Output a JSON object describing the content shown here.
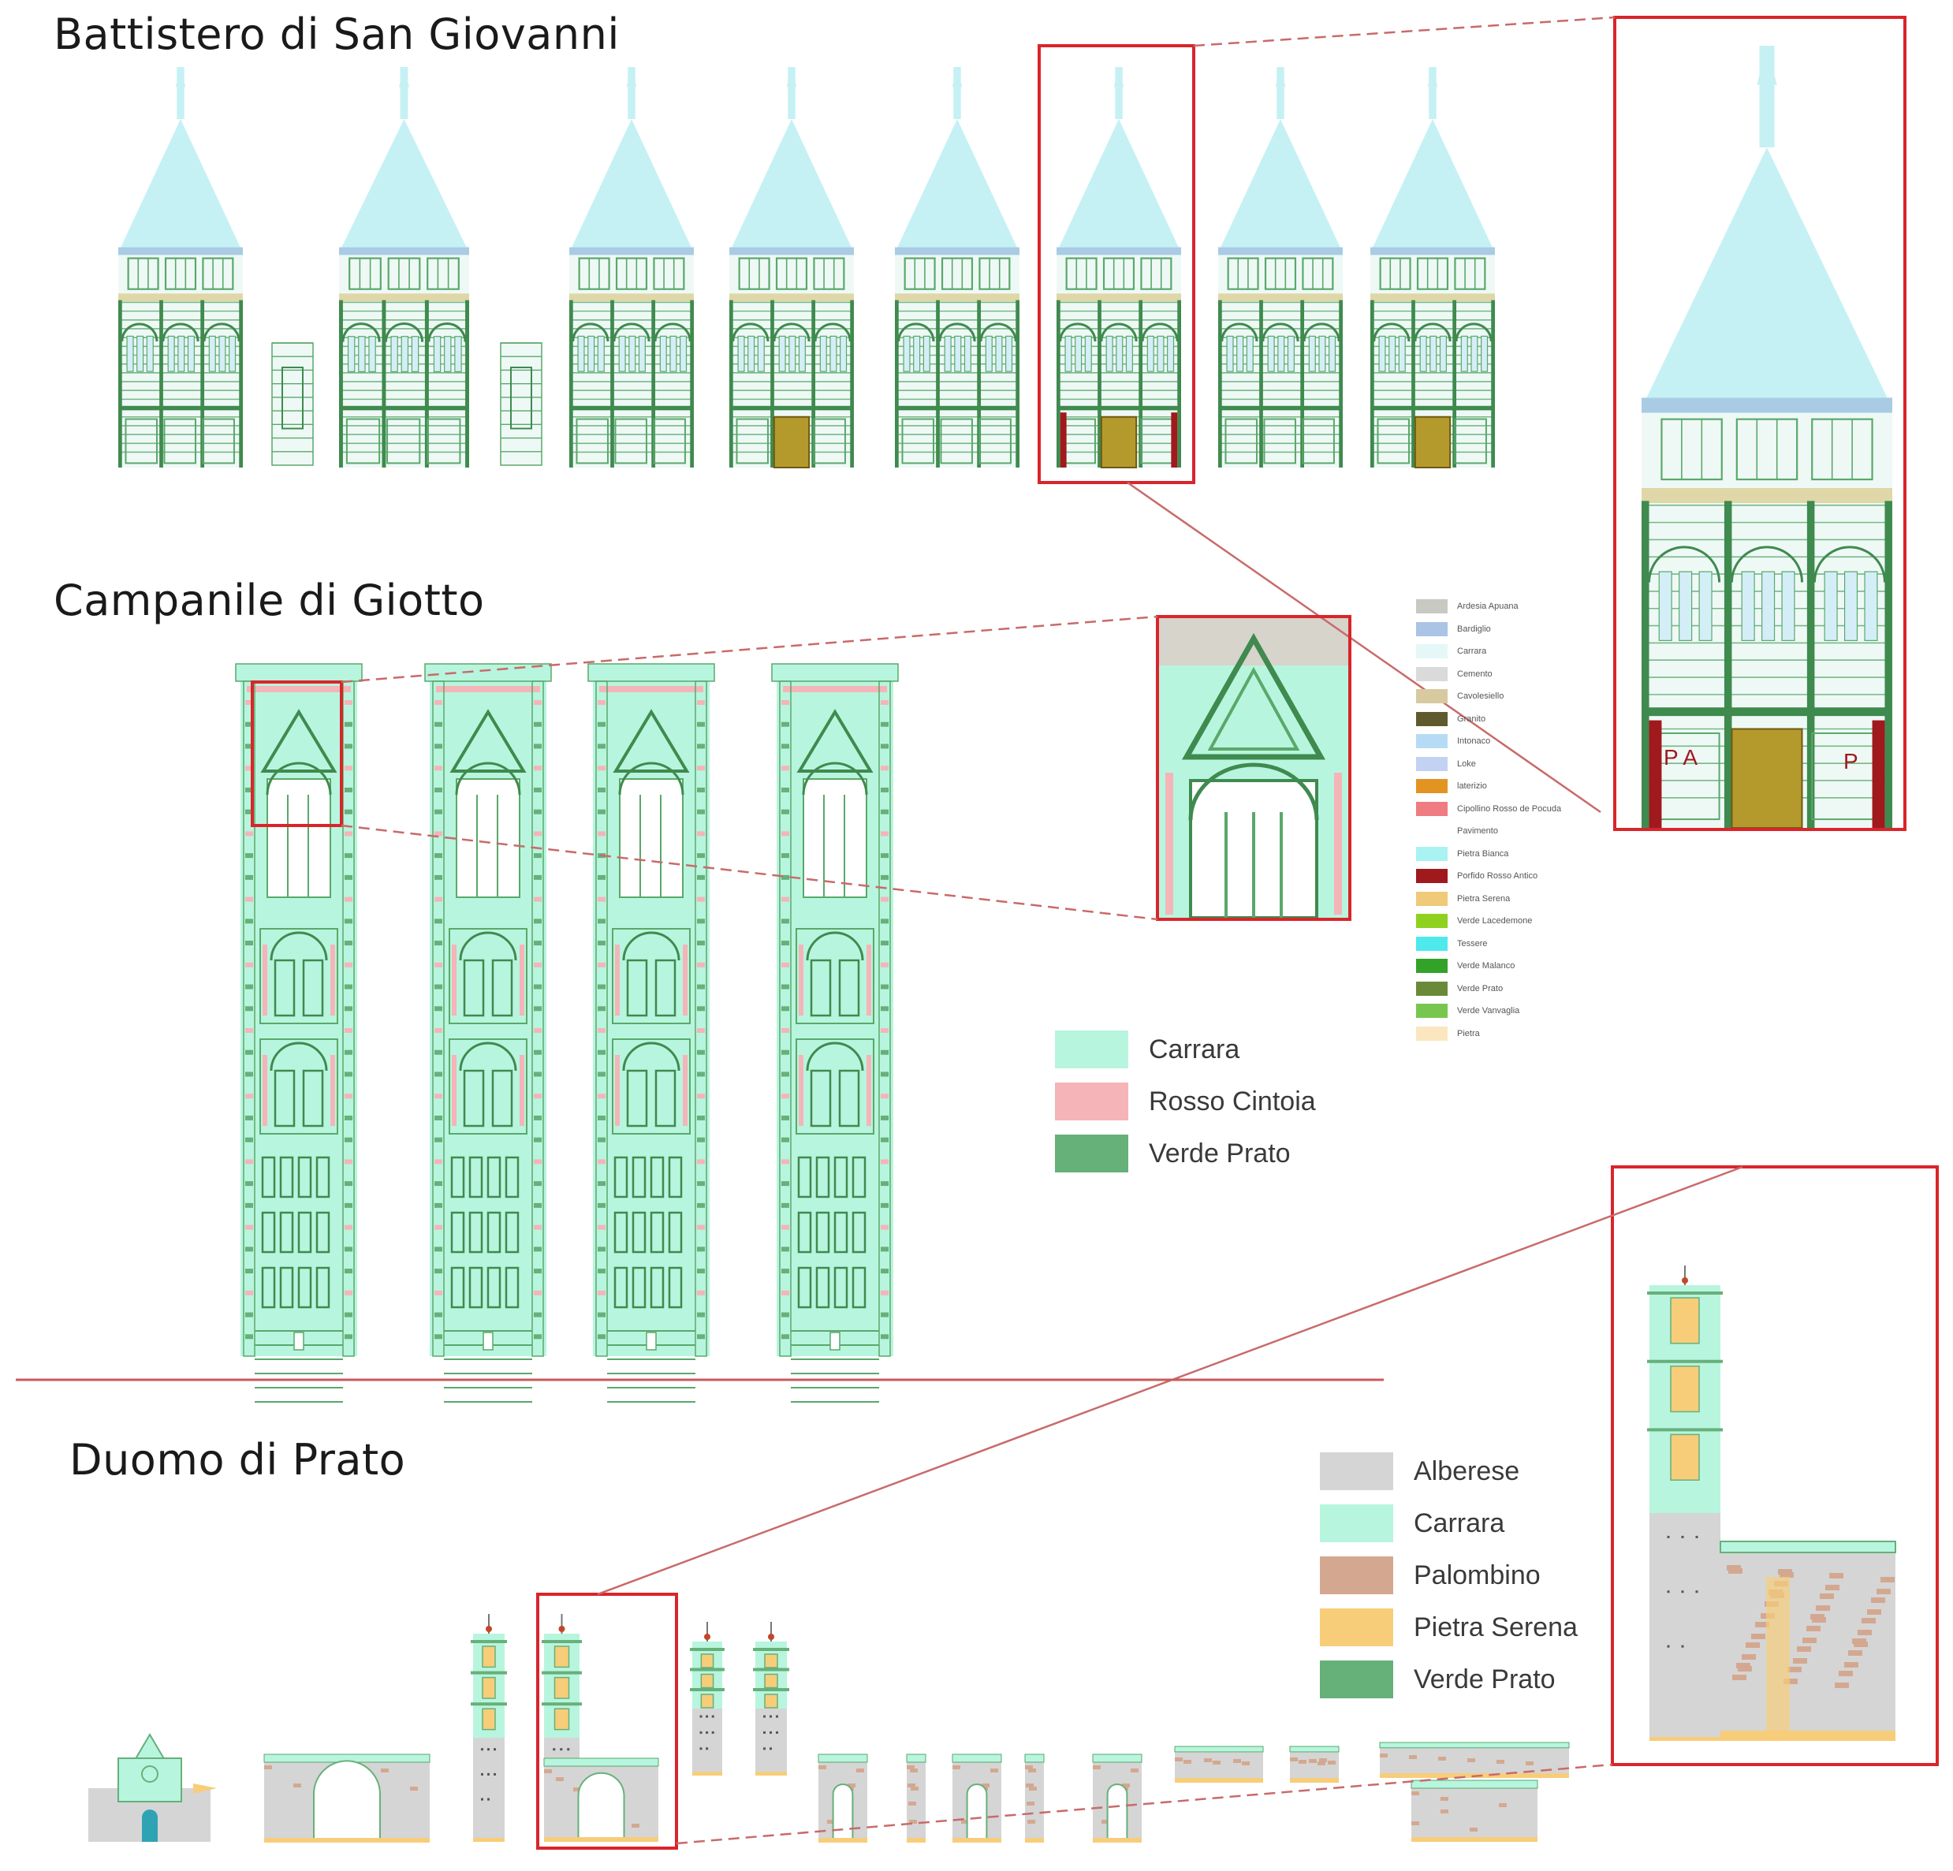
{
  "titles": {
    "battistero": "Battistero di San Giovanni",
    "campanile": "Campanile di Giotto",
    "prato": "Duomo di Prato"
  },
  "colors": {
    "highlight_frame": "#d9252a",
    "connector": "#c96a6a",
    "divider": "#c95a5a",
    "carrara": "#b8f5de",
    "rosso_cintoia": "#f5b4b8",
    "verde_prato": "#66b07a",
    "baptistery_roof": "#c6f1f4",
    "door_gold": "#b49a2c",
    "porfido": "#a0191d",
    "alberese": "#d5d5d5",
    "palombino": "#d4a890",
    "pietra_serena": "#f7cd7a"
  },
  "material_legend": [
    {
      "label": "Ardesia Apuana",
      "color": "#c9c9c3"
    },
    {
      "label": "Bardiglio",
      "color": "#a9c4e4"
    },
    {
      "label": "Carrara",
      "color": "#e6f7f8"
    },
    {
      "label": "Cemento",
      "color": "#dadada"
    },
    {
      "label": "Cavolesiello",
      "color": "#d8c9a0"
    },
    {
      "label": "Granito",
      "color": "#5f5a2e"
    },
    {
      "label": "Intonaco",
      "color": "#b6dcf5"
    },
    {
      "label": "Loke",
      "color": "#c3d2f2"
    },
    {
      "label": "laterizio",
      "color": "#e39322"
    },
    {
      "label": "Cipollino Rosso de Pocuda",
      "color": "#ee7c80"
    },
    {
      "label": "Pavimento",
      "color": "#ffffff"
    },
    {
      "label": "Pietra Bianca",
      "color": "#a9f3f3"
    },
    {
      "label": "Porfido Rosso Antico",
      "color": "#a0191d"
    },
    {
      "label": "Pietra Serena",
      "color": "#f0c97a"
    },
    {
      "label": "Verde Lacedemone",
      "color": "#8ed21f"
    },
    {
      "label": "Tessere",
      "color": "#4ee9ec"
    },
    {
      "label": "Verde Malanco",
      "color": "#33a229"
    },
    {
      "label": "Verde Prato",
      "color": "#6a8a3a"
    },
    {
      "label": "Verde Vanvaglia",
      "color": "#77c650"
    },
    {
      "label": "Pietra",
      "color": "#fbe7bf"
    }
  ],
  "campanile_legend": [
    {
      "label": "Carrara",
      "color": "#b8f5de"
    },
    {
      "label": "Rosso Cintoia",
      "color": "#f5b4b8"
    },
    {
      "label": "Verde Prato",
      "color": "#66b07a"
    }
  ],
  "prato_legend": [
    {
      "label": "Alberese",
      "color": "#d5d5d5"
    },
    {
      "label": "Carrara",
      "color": "#b8f5de"
    },
    {
      "label": "Palombino",
      "color": "#d4a890"
    },
    {
      "label": "Pietra Serena",
      "color": "#f7cd7a"
    },
    {
      "label": "Verde Prato",
      "color": "#66b07a"
    }
  ],
  "inset_labels": {
    "left": "P A",
    "right": "P"
  }
}
